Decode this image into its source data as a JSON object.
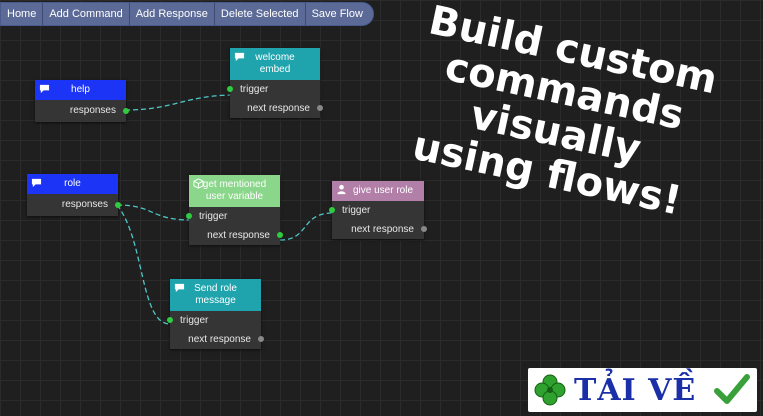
{
  "toolbar": {
    "home": "Home",
    "add_command": "Add Command",
    "add_response": "Add Response",
    "delete_selected": "Delete Selected",
    "save_flow": "Save Flow"
  },
  "nodes": {
    "help": {
      "title": "help",
      "port_out": "responses",
      "color": "#1c34f5"
    },
    "welcome": {
      "title_line1": "welcome",
      "title_line2": "embed",
      "port_in": "trigger",
      "port_out": "next response",
      "color": "#1fa3ac"
    },
    "role": {
      "title": "role",
      "port_out": "responses",
      "color": "#1c34f5"
    },
    "get_mentioned": {
      "title_line1": "get mentioned",
      "title_line2": "user variable",
      "port_in": "trigger",
      "port_out": "next response",
      "color": "#8ad68a"
    },
    "give_role": {
      "title": "give user role",
      "port_in": "trigger",
      "port_out": "next response",
      "color": "#b27fa8"
    },
    "send_role": {
      "title_line1": "Send role",
      "title_line2": "message",
      "port_in": "trigger",
      "port_out": "next response",
      "color": "#1fa3ac"
    }
  },
  "icons": {
    "command": "chat-bubble-icon",
    "response": "chat-bubble-icon",
    "variable": "cube-icon",
    "role": "user-icon"
  },
  "promo": {
    "line1": "Build custom",
    "line2": "commands visually",
    "line3": "using flows!"
  },
  "badge": {
    "text": "TẢI VỀ"
  }
}
